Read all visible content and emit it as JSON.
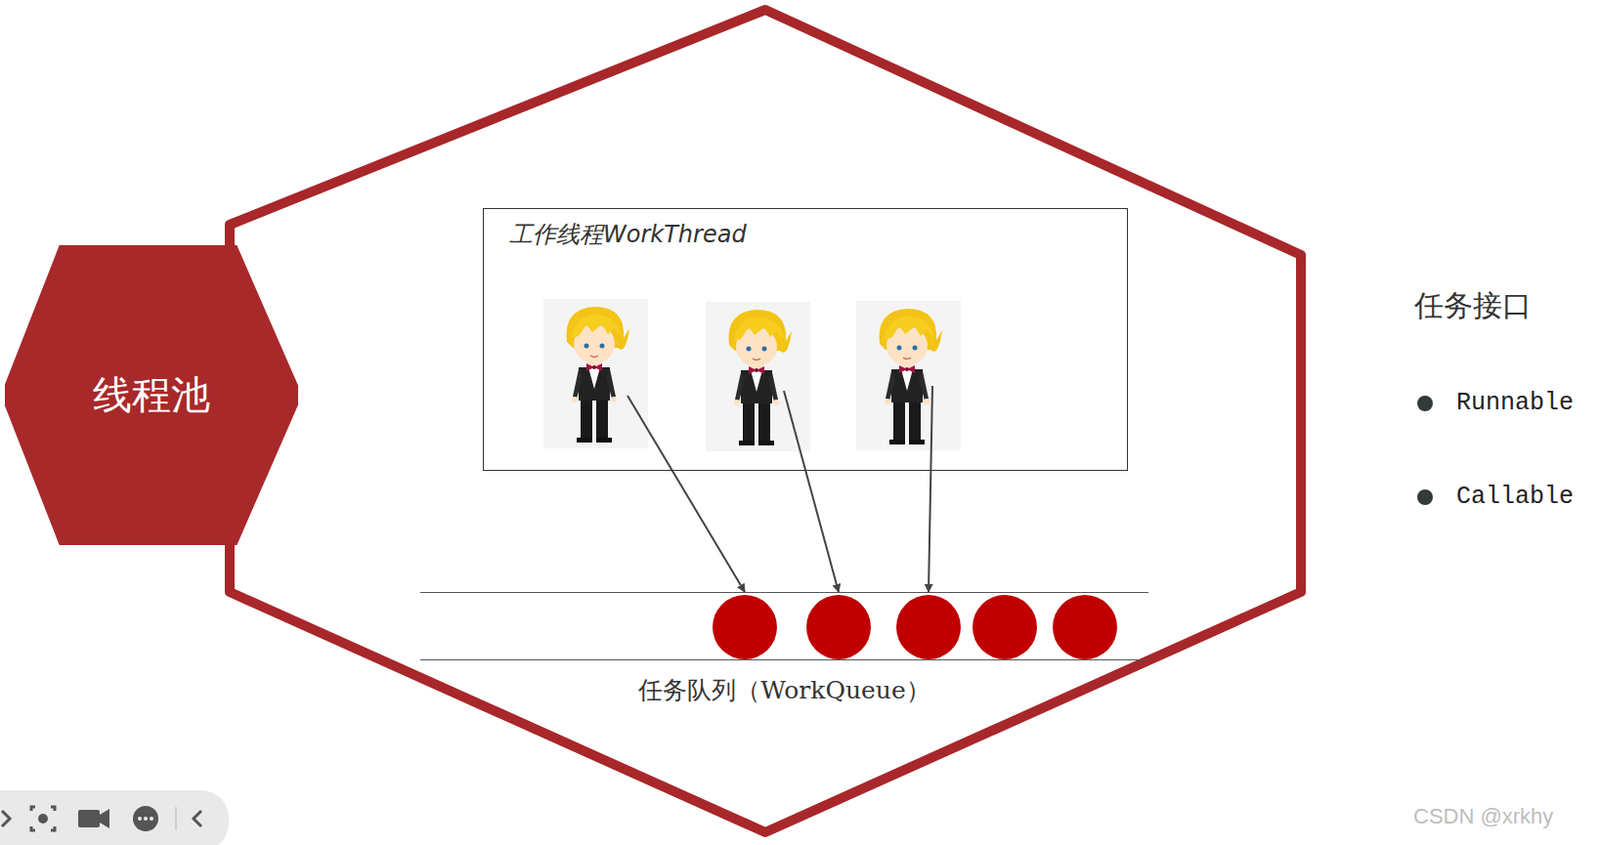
{
  "diagram": {
    "nodes": [
      {
        "text": [
          "线程池"
        ]
      },
      {
        "text": [
          "工作线程WorkThread"
        ]
      },
      {
        "text": [
          "任务队列（WorkQueue）"
        ]
      }
    ],
    "edges": [
      {
        "from": 1,
        "to": 2,
        "arrow": "to"
      },
      {
        "from": 1,
        "to": 2,
        "arrow": "to"
      },
      {
        "from": 1,
        "to": 2,
        "arrow": "to"
      }
    ],
    "labels": [
      "任务接口",
      "Runnable",
      "Callable",
      "CSDN @xrkhy"
    ]
  }
}
